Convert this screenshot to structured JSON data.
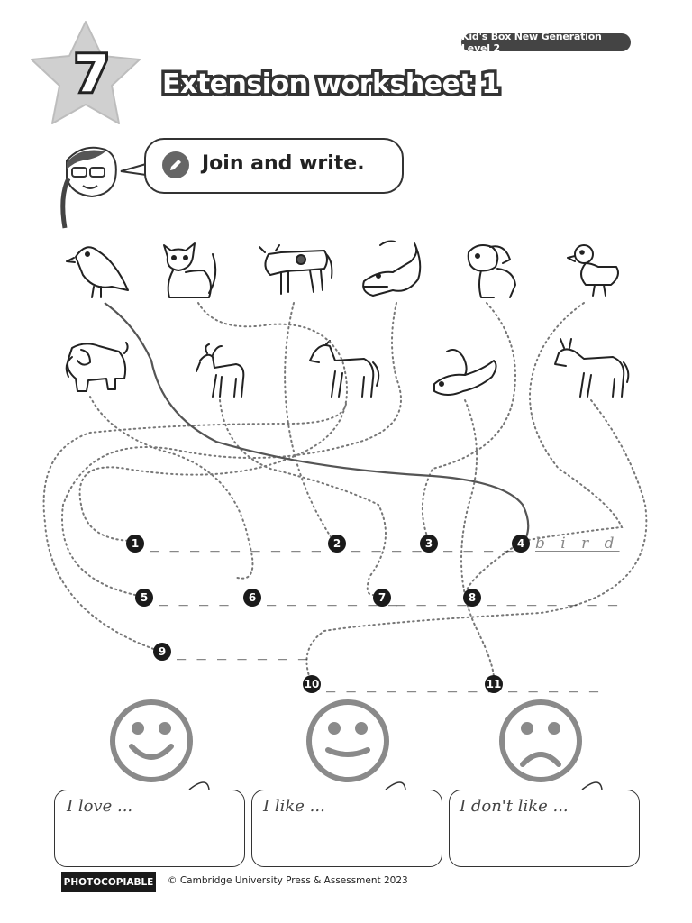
{
  "header": {
    "unit_number": "7",
    "title": "Extension worksheet 1",
    "series": "Kid's Box New Generation Level 2"
  },
  "instruction": {
    "text": "Join and write.",
    "icon": "pencil-icon"
  },
  "animals": {
    "top_row": [
      "bird-icon",
      "cat-icon",
      "cow-icon",
      "crocodile-icon",
      "dog-icon",
      "duck-icon"
    ],
    "bottom_row": [
      "elephant-icon",
      "goat-icon",
      "horse-icon",
      "lizard-icon",
      "donkey-icon"
    ]
  },
  "answers": [
    {
      "number": "1",
      "blanks": "_ _ _ _ _ _ _ _ _ _"
    },
    {
      "number": "2",
      "blanks": "_ _ _ _"
    },
    {
      "number": "3",
      "blanks": "_ _ _ _"
    },
    {
      "number": "4",
      "example": "b i r d"
    },
    {
      "number": "5",
      "blanks": "_ _ _ _"
    },
    {
      "number": "6",
      "blanks": "_ _ _ _ _ _ _"
    },
    {
      "number": "7",
      "blanks": "_ _ _ _"
    },
    {
      "number": "8",
      "blanks": "_ _ _ _ _ _ _"
    },
    {
      "number": "9",
      "blanks": "_ _ _ _ _ _ _"
    },
    {
      "number": "10",
      "blanks": "_ _ _ _ _ _ _ _ _"
    },
    {
      "number": "11",
      "blanks": "_ _ _ _ _"
    }
  ],
  "opinions": [
    {
      "face": "big-smile-face-icon",
      "label": "I love ..."
    },
    {
      "face": "smile-face-icon",
      "label": "I like ..."
    },
    {
      "face": "sad-face-icon",
      "label": "I don't like ..."
    }
  ],
  "footer": {
    "tag": "PHOTOCOPIABLE",
    "copyright": "© Cambridge University Press & Assessment 2023"
  }
}
